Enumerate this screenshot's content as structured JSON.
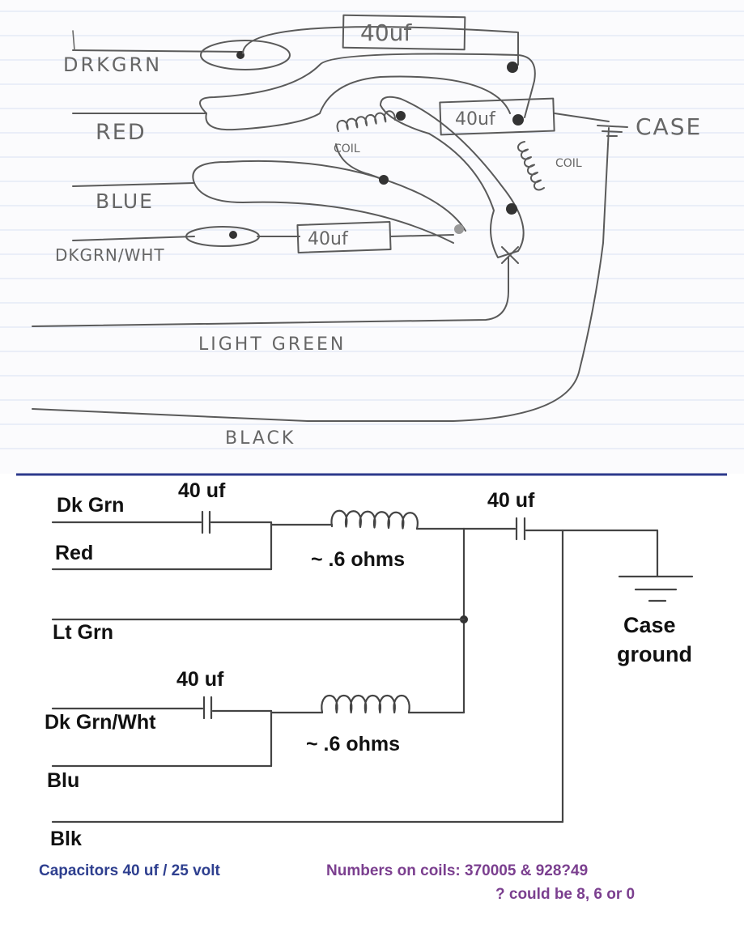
{
  "colors": {
    "paper": "#fbfbfd",
    "rule_line": "#d9e2f2",
    "divider": "#2d3a8c",
    "pencil": "#5a5a5a",
    "caption_blue": "#2e3f8f",
    "caption_purple": "#7b3f8f"
  },
  "sketch": {
    "wires": [
      "DRKGRN",
      "RED",
      "BLUE",
      "DKGRN/WHT",
      "LIGHT GREEN",
      "BLACK"
    ],
    "cap_labels": [
      "40uf",
      "40uf",
      "40uf"
    ],
    "coil_labels": [
      "COIL",
      "COIL"
    ],
    "case_label": "CASE"
  },
  "schematic": {
    "wire_labels": [
      "Dk Grn",
      "Red",
      "Lt Grn",
      "Dk Grn/Wht",
      "Blu",
      "Blk"
    ],
    "cap_labels": [
      "40 uf",
      "40 uf",
      "40 uf"
    ],
    "coil_labels": [
      "~ .6 ohms",
      "~ .6 ohms"
    ],
    "ground_label_line1": "Case",
    "ground_label_line2": "ground"
  },
  "notes": {
    "capacitors": "Capacitors 40 uf / 25 volt",
    "coils_line1": "Numbers on coils: 370005 & 928?49",
    "coils_line2": "? could be 8, 6 or 0"
  }
}
